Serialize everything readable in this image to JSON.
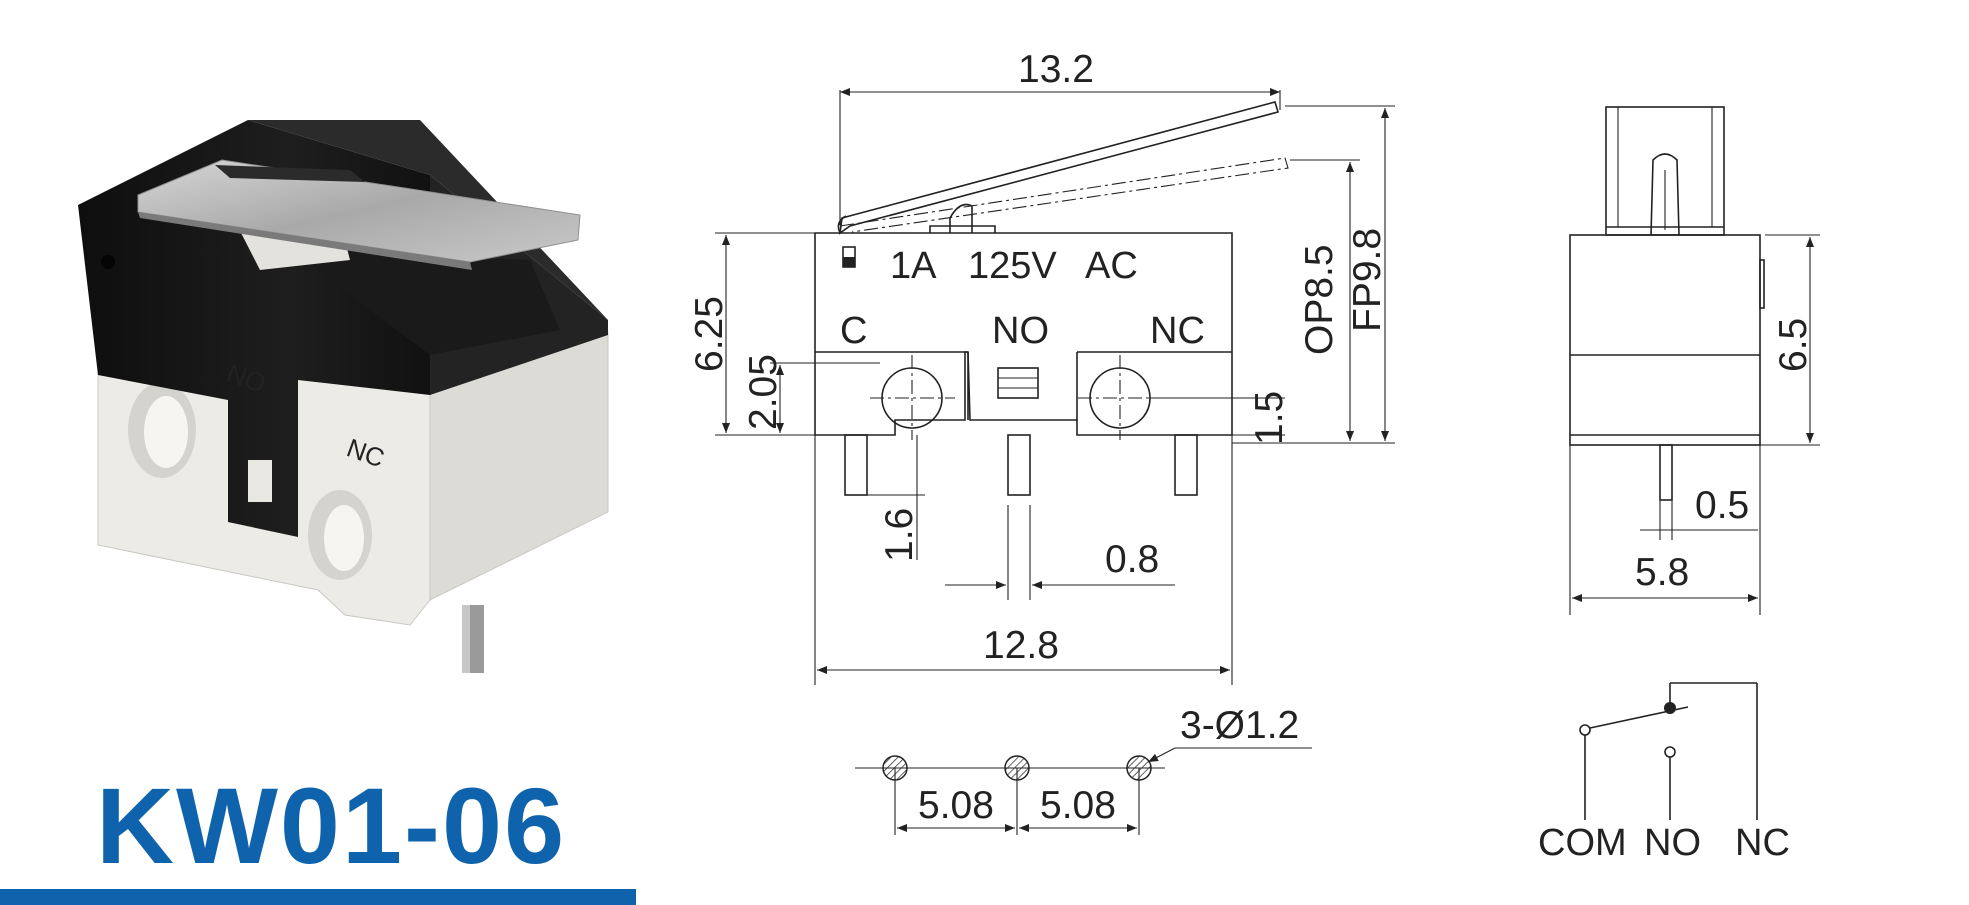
{
  "product": {
    "model": "KW01-06"
  },
  "colors": {
    "brand_blue": "#0f63ad",
    "switch_black": "#151515",
    "base_white": "#ecebe6",
    "lever_metal": "#b8b8b8",
    "line": "#222222"
  },
  "front_view": {
    "rating": {
      "current": "1A",
      "voltage": "125V",
      "type": "AC"
    },
    "terminals": [
      "C",
      "NO",
      "NC"
    ],
    "dims": {
      "lever_length": "13.2",
      "height": "6.25",
      "hole_height": "2.05",
      "pin_offset": "1.5",
      "operating_position": "OP8.5",
      "free_position": "FP9.8",
      "pin_length": "1.6",
      "pin_width": "0.8",
      "body_length": "12.8"
    }
  },
  "side_view": {
    "dims": {
      "height": "6.5",
      "pin_thickness": "0.5",
      "width": "5.8"
    }
  },
  "pcb_layout": {
    "hole_spec": "3-Ø1.2",
    "pitch_1": "5.08",
    "pitch_2": "5.08"
  },
  "schematic": {
    "labels": [
      "COM",
      "NO",
      "NC"
    ]
  },
  "photo_icon": "microswitch-photo"
}
